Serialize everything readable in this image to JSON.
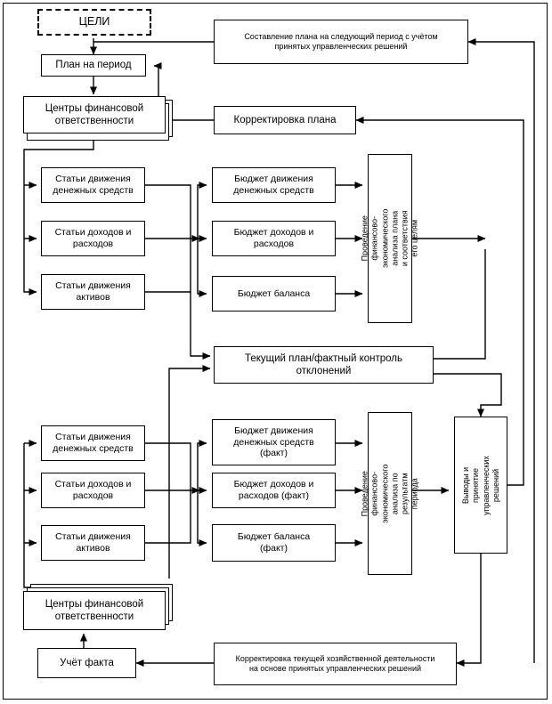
{
  "diagram": {
    "title_box": {
      "label": "ЦЕЛИ"
    },
    "nodes": {
      "plan_period": "План на период",
      "cfo_top": "Центры финансовой\nответственности",
      "cfo_bottom": "Центры финансовой\nответственности",
      "compose_plan": "Составление плана на следующий период с учётом\nпринятых управленческих решений",
      "correct_plan": "Корректировка плана",
      "items_cash_plan": "Статьи движения\nденежных средств",
      "items_income_plan": "Статьи доходов и\nрасходов",
      "items_assets_plan": "Статьи движения\nактивов",
      "budget_cash_plan": "Бюджет движения\nденежных средств",
      "budget_income_plan": "Бюджет доходов и\nрасходов",
      "budget_balance_plan": "Бюджет баланса",
      "analysis_plan": "Проведение финансово-\nэкономического анализа плана\nи соответствия его целям",
      "plan_fact_control": "Текущий план/фактный контроль\nотклонений",
      "items_cash_fact": "Статьи движения\nденежных средств",
      "items_income_fact": "Статьи доходов и\nрасходов",
      "items_assets_fact": "Статьи движения\nактивов",
      "budget_cash_fact": "Бюджет движения\nденежных средств\n(факт)",
      "budget_income_fact": "Бюджет доходов и\nрасходов (факт)",
      "budget_balance_fact": "Бюджет баланса\n(факт)",
      "analysis_fact": "Проведение финансово-\nэкономического анализа по\nрезультатм периода",
      "decisions": "Выводы и принятие\nуправленческих\nрешений",
      "correct_activity": "Корректировка текущей хозяйственной деятельности\nна основе принятых управленческих решений",
      "fact_accounting": "Учёт факта"
    },
    "colors": {
      "line": "#000000",
      "background": "#ffffff",
      "text": "#000000"
    }
  }
}
